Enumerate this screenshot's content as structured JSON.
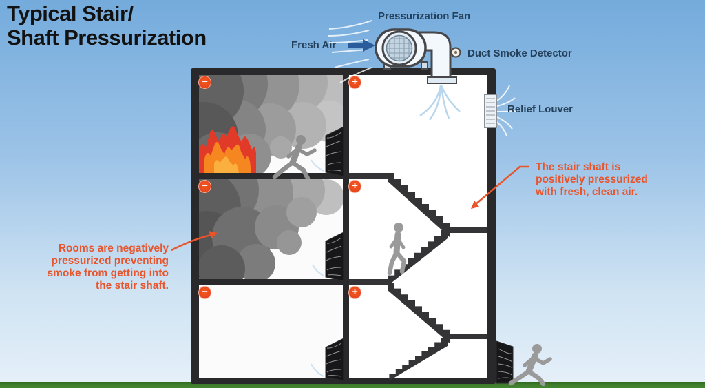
{
  "title": {
    "line1": "Typical Stair/",
    "line2": "Shaft Pressurization"
  },
  "labels": {
    "pressurization_fan": "Pressurization Fan",
    "fresh_air": "Fresh Air",
    "duct_smoke_detector": "Duct Smoke Detector",
    "relief_louver": "Relief Louver"
  },
  "annotations": {
    "rooms_negative": "Rooms are negatively pressurized preventing smoke from getting into the stair shaft.",
    "shaft_positive": "The stair shaft is positively pressurized with fresh, clean air."
  },
  "badges": {
    "minus_symbol": "−",
    "plus_symbol": "+",
    "floors": [
      {
        "floor": 3,
        "room_badge": "minus",
        "shaft_badge": "plus"
      },
      {
        "floor": 2,
        "room_badge": "minus",
        "shaft_badge": "plus"
      },
      {
        "floor": 1,
        "room_badge": "minus",
        "shaft_badge": "plus"
      }
    ]
  },
  "colors": {
    "accent_orange": "#e8542c",
    "badge_orange": "#e8481c",
    "label_navy": "#24415c",
    "sky_top": "#74abdc",
    "sky_bottom": "#e6f0f9",
    "grass_green": "#3f7d2c",
    "wall_dark": "#29292b",
    "fire_red": "#e23a28",
    "fire_orange": "#f6861f",
    "fresh_air_arrow_blue": "#2a5b9b",
    "air_stream_blue": "#b9d7ec",
    "smoke_dark": "#585858",
    "smoke_light": "#c8c8c8",
    "person_gray": "#969696"
  }
}
